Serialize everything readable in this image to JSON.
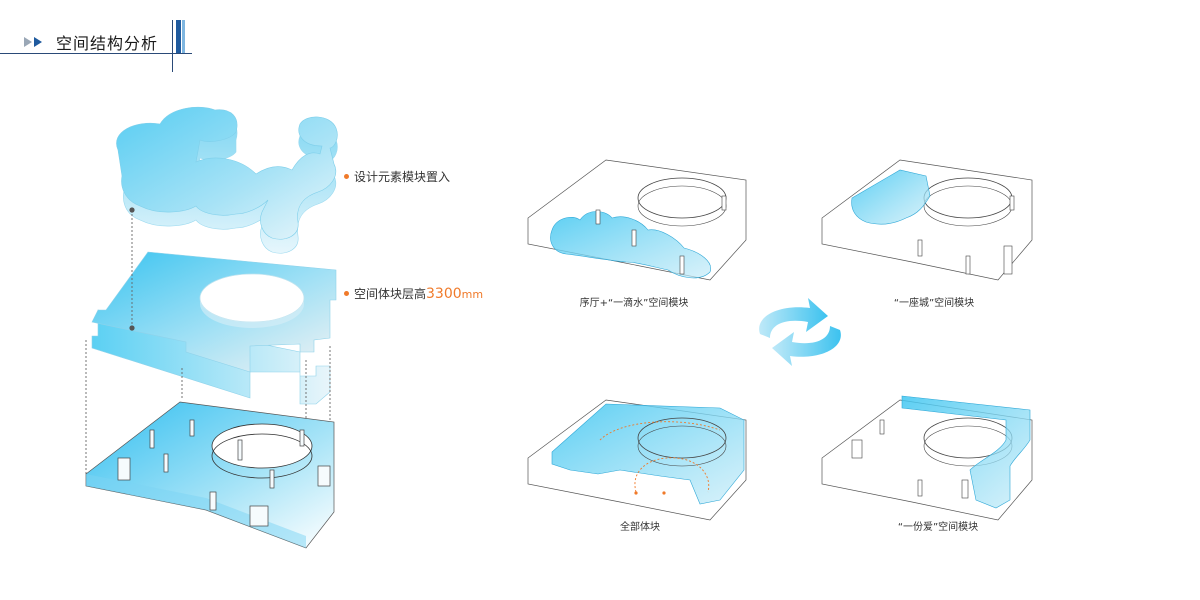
{
  "header": {
    "title": "空间结构分析"
  },
  "callouts": {
    "insert": "设计元素模块置入",
    "height_prefix": "空间体块层高",
    "height_value": "3300",
    "height_unit": "mm"
  },
  "captions": {
    "lobby": "序厅+“一滴水”空间模块",
    "city": "“一座城”空间模块",
    "all": "全部体块",
    "love": "“一份爱”空间模块"
  },
  "colors": {
    "accent": "#f07a2a",
    "brand": "#1f5a9e",
    "cyan": "#3fc4ee"
  }
}
